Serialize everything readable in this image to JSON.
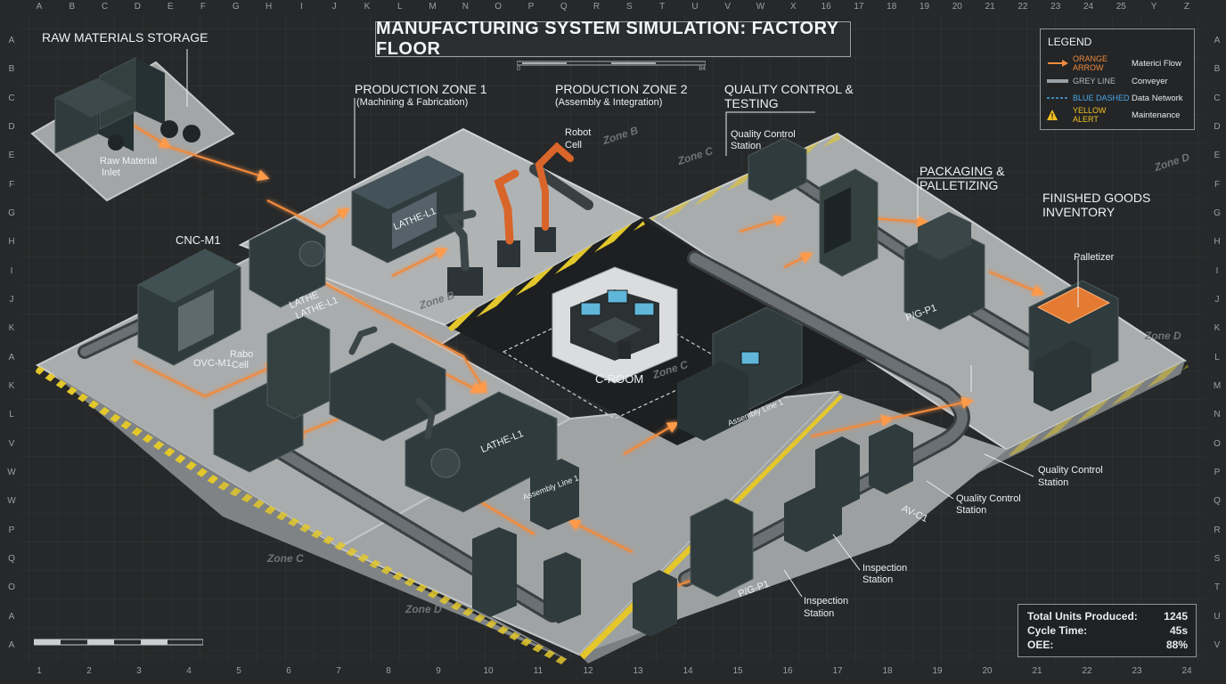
{
  "title": "MANUFACTURING SYSTEM SIMULATION: FACTORY FLOOR",
  "grid": {
    "top": [
      "A",
      "B",
      "C",
      "D",
      "E",
      "F",
      "G",
      "H",
      "I",
      "J",
      "K",
      "L",
      "M",
      "N",
      "O",
      "P",
      "Q",
      "R",
      "S",
      "T",
      "U",
      "V",
      "W",
      "X",
      "16",
      "17",
      "18",
      "19",
      "20",
      "21",
      "22",
      "23",
      "24",
      "25",
      "Y",
      "Z"
    ],
    "bottom": [
      "1",
      "2",
      "3",
      "4",
      "5",
      "6",
      "7",
      "8",
      "9",
      "10",
      "11",
      "12",
      "13",
      "14",
      "15",
      "16",
      "17",
      "18",
      "19",
      "20",
      "21",
      "22",
      "23",
      "24"
    ],
    "left": [
      "A",
      "B",
      "C",
      "D",
      "E",
      "F",
      "G",
      "H",
      "I",
      "J",
      "K",
      "A",
      "K",
      "L",
      "V",
      "W",
      "W",
      "P",
      "Q",
      "O",
      "A",
      "A"
    ],
    "right": [
      "A",
      "B",
      "C",
      "D",
      "E",
      "F",
      "G",
      "H",
      "I",
      "J",
      "K",
      "L",
      "M",
      "N",
      "O",
      "P",
      "Q",
      "R",
      "S",
      "T",
      "U",
      "V"
    ]
  },
  "minibar": {
    "start": "0",
    "end": "84"
  },
  "legend": {
    "title": "LEGEND",
    "items": [
      {
        "key": "ORANGE ARROW",
        "desc": "Materici Flow",
        "color": "#f08a3c",
        "icon": "orange-arrow-icon"
      },
      {
        "key": "GREY LINE",
        "desc": "Conveyer",
        "color": "#9aa0a4",
        "icon": "grey-line-icon"
      },
      {
        "key": "BLUE DASHED",
        "desc": "Data Network",
        "color": "#4aa6e8",
        "icon": "blue-dashed-icon"
      },
      {
        "key": "YELLOW ALERT",
        "desc": "Maintenance",
        "color": "#f2c01e",
        "icon": "warning-triangle-icon"
      }
    ]
  },
  "labels": {
    "raw_storage": "RAW MATERIALS STORAGE",
    "raw_inlet_1": "Raw Material",
    "raw_inlet_2": "Inlet",
    "pz1_title": "PRODUCTION ZONE 1",
    "pz1_sub": "(Machining & Fabrication)",
    "pz2_title": "PRODUCTION ZONE 2",
    "pz2_sub": "(Assembly & Integration)",
    "robot_cell_1": "Robot",
    "robot_cell_2": "Cell",
    "qc_title_1": "QUALITY CONTROL &",
    "qc_title_2": "TESTING",
    "qc_station_top_1": "Quality Control",
    "qc_station_top_2": "Station",
    "pack_title_1": "PACKAGING &",
    "pack_title_2": "PALLETIZING",
    "fg_title_1": "FINISHED GOODS",
    "fg_title_2": "INVENTORY",
    "palletizer": "Palletizer",
    "cnc": "CNC-M1",
    "ovc": "OVC-M1",
    "rabo_1": "Rabo",
    "rabo_2": "Cell",
    "lathe_top": "LATHE-L1",
    "lathe_mid_1": "LATHE",
    "lathe_mid_2": "LATHE-L1",
    "lathe_bottom": "LATHE-L1",
    "croom": "C-ROOM",
    "asm_line_1": "Assembly Line 1",
    "asm_line_2": "Assembly Line 1",
    "pfg_top": "P/G-P1",
    "pfg_bottom": "P/G-P1",
    "avc": "AV-C1",
    "qc_right_1": "Quality Control",
    "qc_right_2": "Station",
    "qc_low_1": "Quality Control",
    "qc_low_2": "Station",
    "insp_a_1": "Inspection",
    "insp_a_2": "Station",
    "insp_b_1": "Inspection",
    "insp_b_2": "Station"
  },
  "zones": {
    "b_top": "Zone B",
    "c_top": "Zone C",
    "d_top": "Zone D",
    "b_mid": "Zone B",
    "c_mid": "Zone C",
    "d_right": "Zone D",
    "c_left": "Zone C",
    "d_bottom": "Zone D"
  },
  "stats": {
    "units_label": "Total Units Produced:",
    "units_value": "1245",
    "cycle_label": "Cycle Time:",
    "cycle_value": "45s",
    "oee_label": "OEE:",
    "oee_value": "88%"
  },
  "colors": {
    "background": "#262829",
    "floor": "#8e9294",
    "machine": "#2f3b3d",
    "flow": "#f08a3c",
    "robot": "#d9652a",
    "hazard": "#e3c72b"
  }
}
